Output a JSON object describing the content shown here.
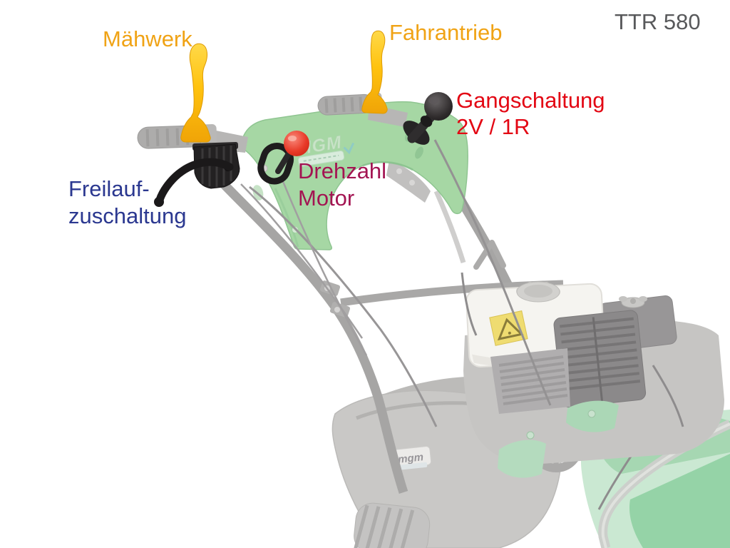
{
  "title": {
    "text": "TTR 580",
    "color": "#58595B"
  },
  "annotations": {
    "maehwerk": {
      "text": "Mähwerk",
      "color": "#F0A315"
    },
    "fahrantrieb": {
      "text": "Fahrantrieb",
      "color": "#F0A315"
    },
    "gangschaltung": {
      "line1": "Gangschaltung",
      "line2": "2V / 1R",
      "color": "#E30613"
    },
    "drehzahl": {
      "line1": "Drehzahl",
      "line2": "Motor",
      "color": "#A31452"
    },
    "freilauf": {
      "line1": "Freilauf-",
      "line2": "zuschaltung",
      "color": "#2B3890"
    }
  },
  "machine": {
    "console_logo": "MGM",
    "cover_logo": "mgm",
    "colors": {
      "console_green": "#A6D7A4",
      "lever_yellow": "#FFC20E",
      "throttle_red": "#E83A28",
      "control_black": "#1C1A1B",
      "grip_gray": "#ADACAB",
      "deck_green": "#95D3A7",
      "tank_white": "#F5F4F0",
      "warning_yellow": "#EFDC71"
    }
  }
}
